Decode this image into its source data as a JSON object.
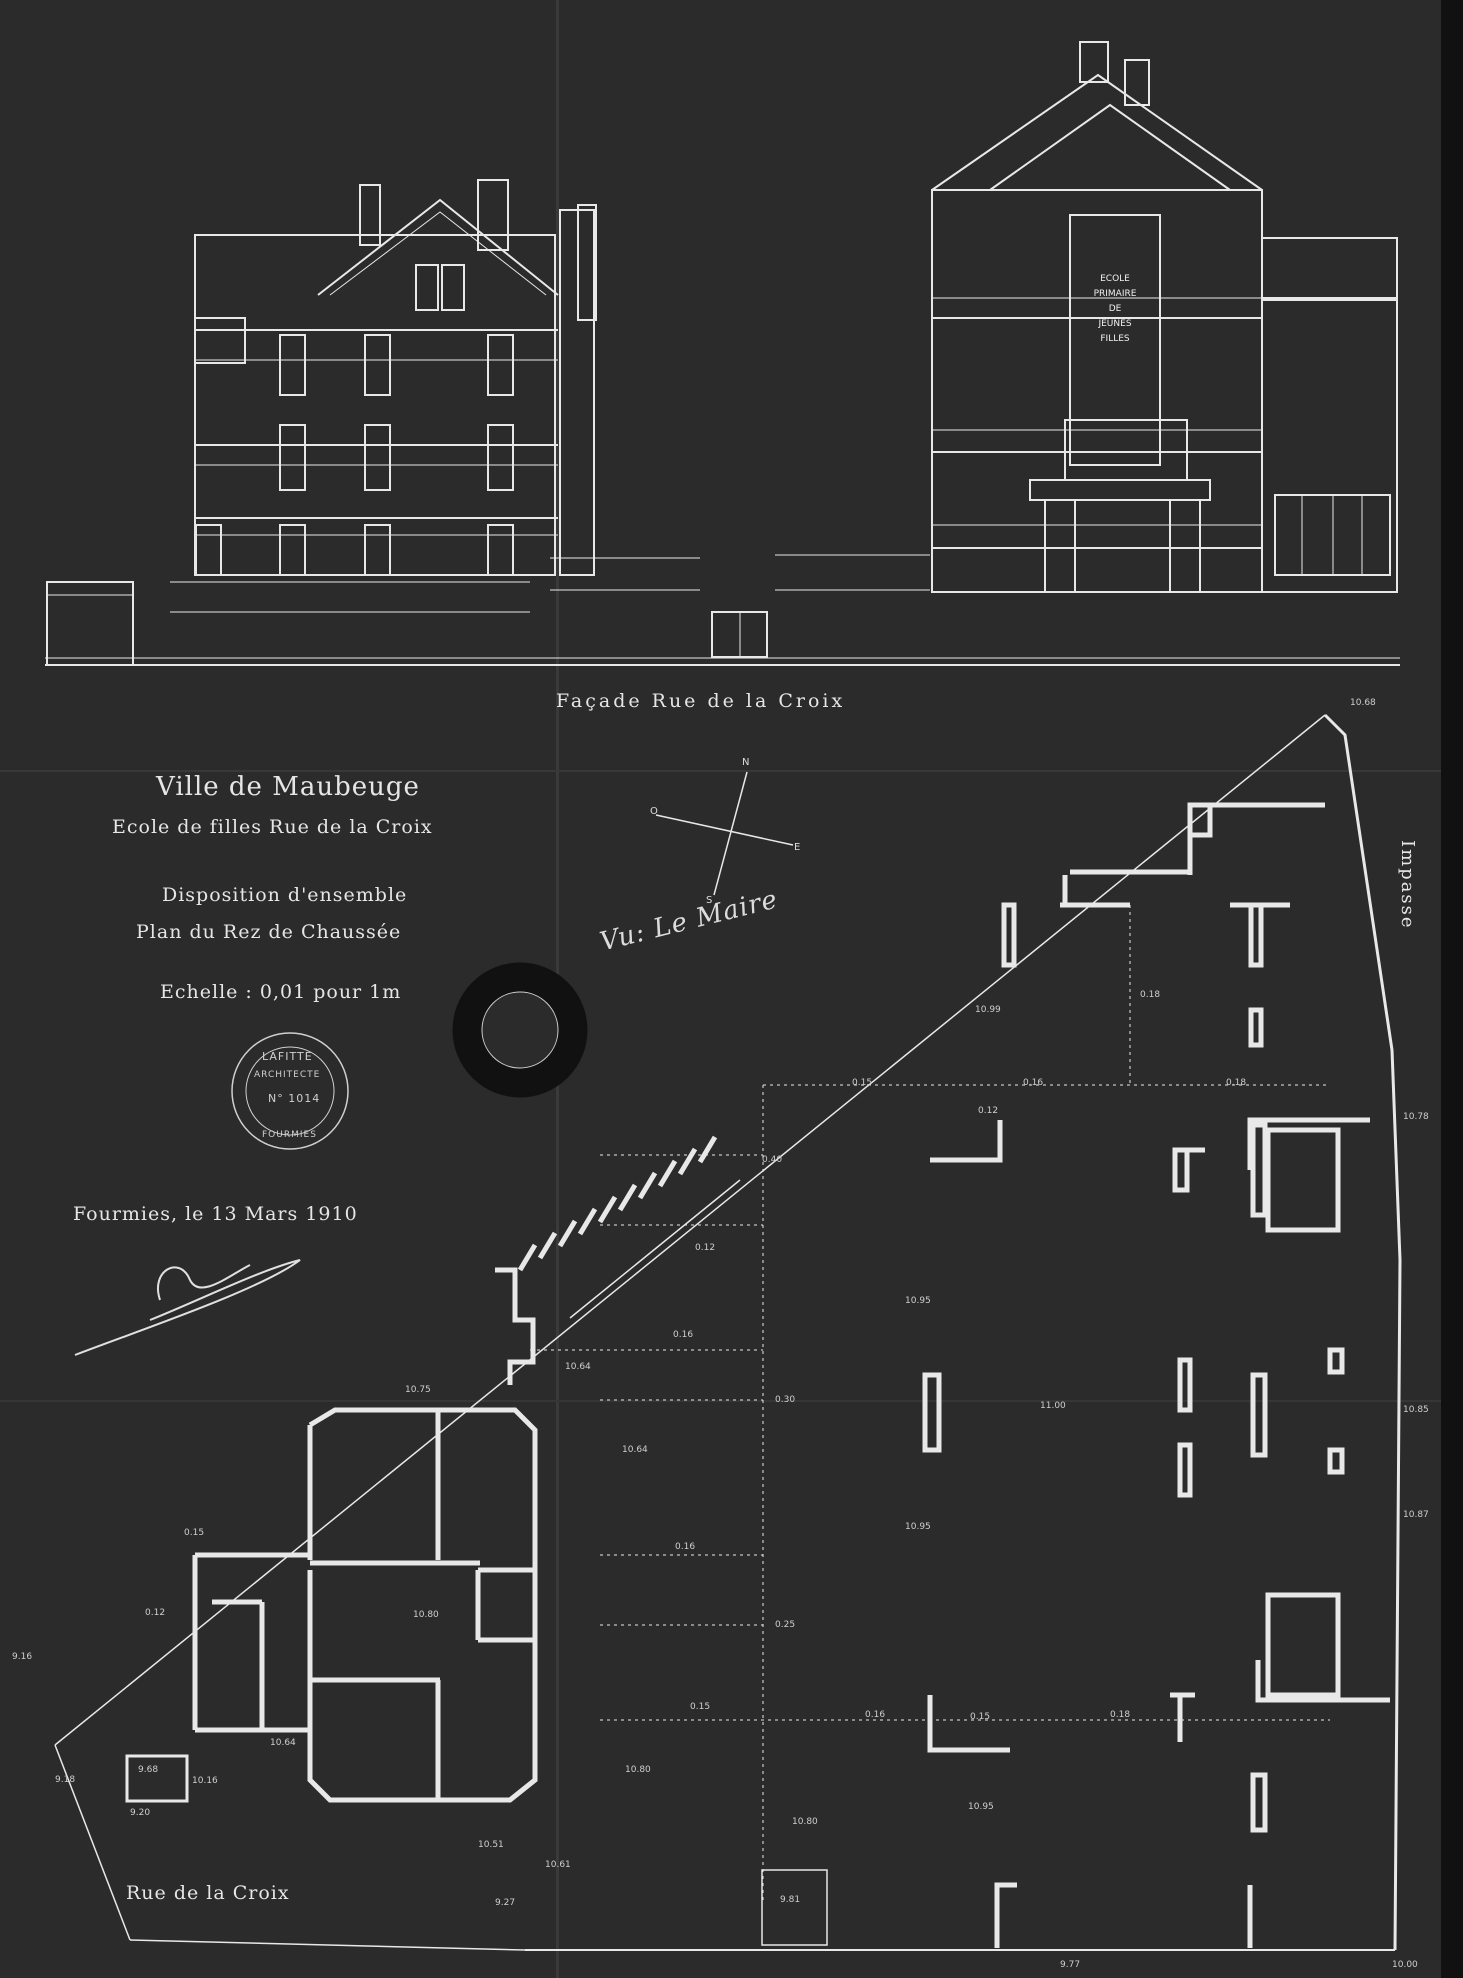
{
  "facade": {
    "title": "Façade Rue de la Croix",
    "inscription": [
      "ECOLE",
      "PRIMAIRE",
      "DE",
      "JEUNES",
      "FILLES"
    ]
  },
  "cartouche": {
    "city": "Ville de Maubeuge",
    "school": "Ecole de filles Rue de la Croix",
    "disposition": "Disposition d'ensemble",
    "plan": "Plan du Rez de Chaussée",
    "scale": "Echelle : 0,01 pour 1m"
  },
  "stamp_architect": {
    "name": "LAFITTE",
    "role": "ARCHITECTE",
    "number": "N° 1014",
    "town": "FOURMIES"
  },
  "approval": {
    "text": "Vu: Le Maire"
  },
  "date_line": "Fourmies, le 13 Mars 1910",
  "compass": {
    "north": "N",
    "east": "E",
    "south": "S",
    "west": "O"
  },
  "streets": {
    "bottom": "Rue de la Croix",
    "right": "Impasse"
  },
  "levels": {
    "l1": "10.68",
    "l2": "10.99",
    "l3": "0.18",
    "l4": "0.15",
    "l5": "0.16",
    "l6": "0.18",
    "l7": "0.12",
    "l8": "10.78",
    "l9": "0.40",
    "l10": "0.12",
    "l11": "10.95",
    "l12": "0.16",
    "l13": "10.64",
    "l14": "10.75",
    "l15": "0.30",
    "l16": "11.00",
    "l17": "10.85",
    "l18": "10.64",
    "l19": "0.16",
    "l20": "10.87",
    "l21": "10.95",
    "l22": "0.15",
    "l23": "0.12",
    "l24": "10.80",
    "l25": "0.25",
    "l26": "9.16",
    "l27": "0.15",
    "l28": "0.16",
    "l29": "0.15",
    "l30": "0.18",
    "l31": "10.64",
    "l32": "10.80",
    "l33": "9.68",
    "l34": "10.16",
    "l35": "9.18",
    "l36": "9.20",
    "l37": "10.80",
    "l38": "10.95",
    "l39": "10.61",
    "l40": "10.51",
    "l41": "9.81",
    "l42": "9.27",
    "l43": "9.77",
    "l44": "10.00"
  },
  "colors": {
    "paper": "#2b2b2b",
    "ink": "#e6e6e6"
  }
}
